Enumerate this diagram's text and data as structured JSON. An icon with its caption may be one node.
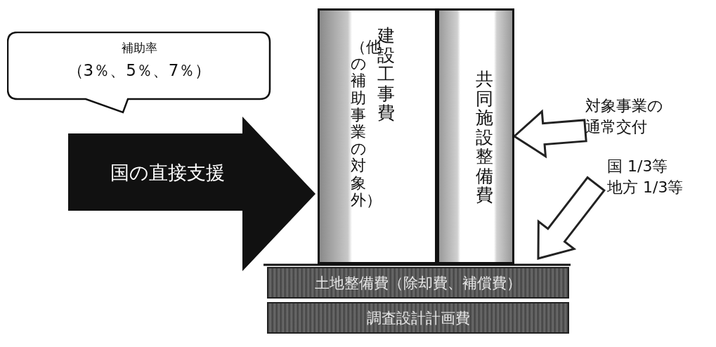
{
  "diagram": {
    "nodes": [
      {
        "text": [
          "補助率",
          "（3％、5％、7％）"
        ]
      },
      {
        "text": [
          "国の直接支援"
        ]
      },
      {
        "text": [
          "建設工事費",
          "（他の補助事業の対象外）"
        ]
      },
      {
        "text": [
          "共同施設整備費"
        ]
      },
      {
        "text": [
          "対象事業の通常交付"
        ]
      },
      {
        "text": [
          "国 1/3等",
          "地方 1/3等"
        ]
      },
      {
        "text": [
          "土地整備費（除却費、補償費）"
        ]
      },
      {
        "text": [
          "調査設計計画費"
        ]
      }
    ],
    "edges": [
      {
        "from": 4,
        "to": 3,
        "arrow": "to"
      },
      {
        "from": 5,
        "to": null,
        "arrow": "to"
      }
    ]
  }
}
